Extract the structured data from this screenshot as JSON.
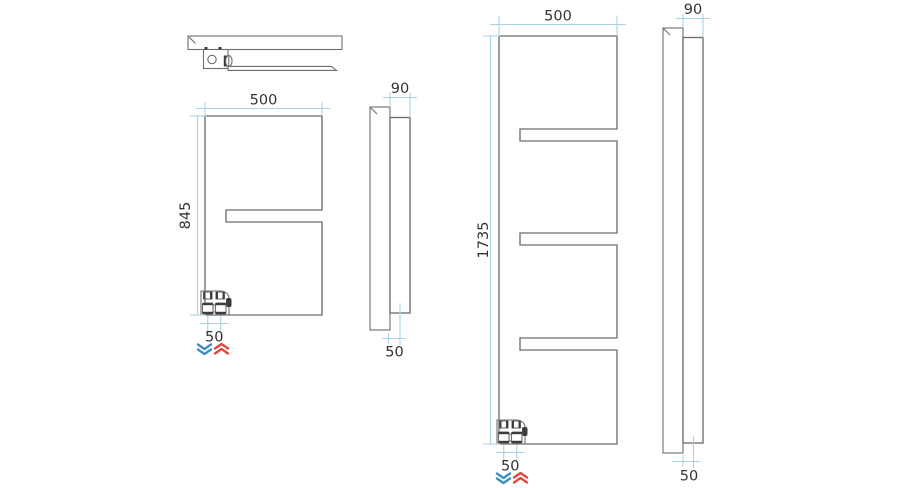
{
  "colors": {
    "line": "#6e6e6e",
    "dim": "#a9d2e4",
    "text": "#333333",
    "chevron_blue": "#3e8fc0",
    "chevron_red": "#e2473c",
    "speckle": "#4f4f4f"
  },
  "views": {
    "left_front": {
      "width": "500",
      "height": "845",
      "pipe_spacing": "50"
    },
    "left_side": {
      "depth": "90",
      "wall_distance": "50"
    },
    "right_front": {
      "width": "500",
      "height": "1735",
      "pipe_spacing": "50"
    },
    "right_side": {
      "depth": "90",
      "wall_distance": "50"
    }
  },
  "icons": {
    "flow": "chevrons-down-blue",
    "return": "chevrons-up-red"
  }
}
